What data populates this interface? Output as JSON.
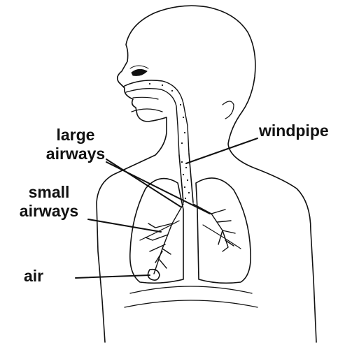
{
  "labels": {
    "large_line1": "large",
    "large_line2": "airways",
    "small_line1": "small",
    "small_line2": "airways",
    "air": "air",
    "windpipe": "windpipe"
  },
  "colors": {
    "ink": "#111111",
    "background": "#ffffff"
  }
}
